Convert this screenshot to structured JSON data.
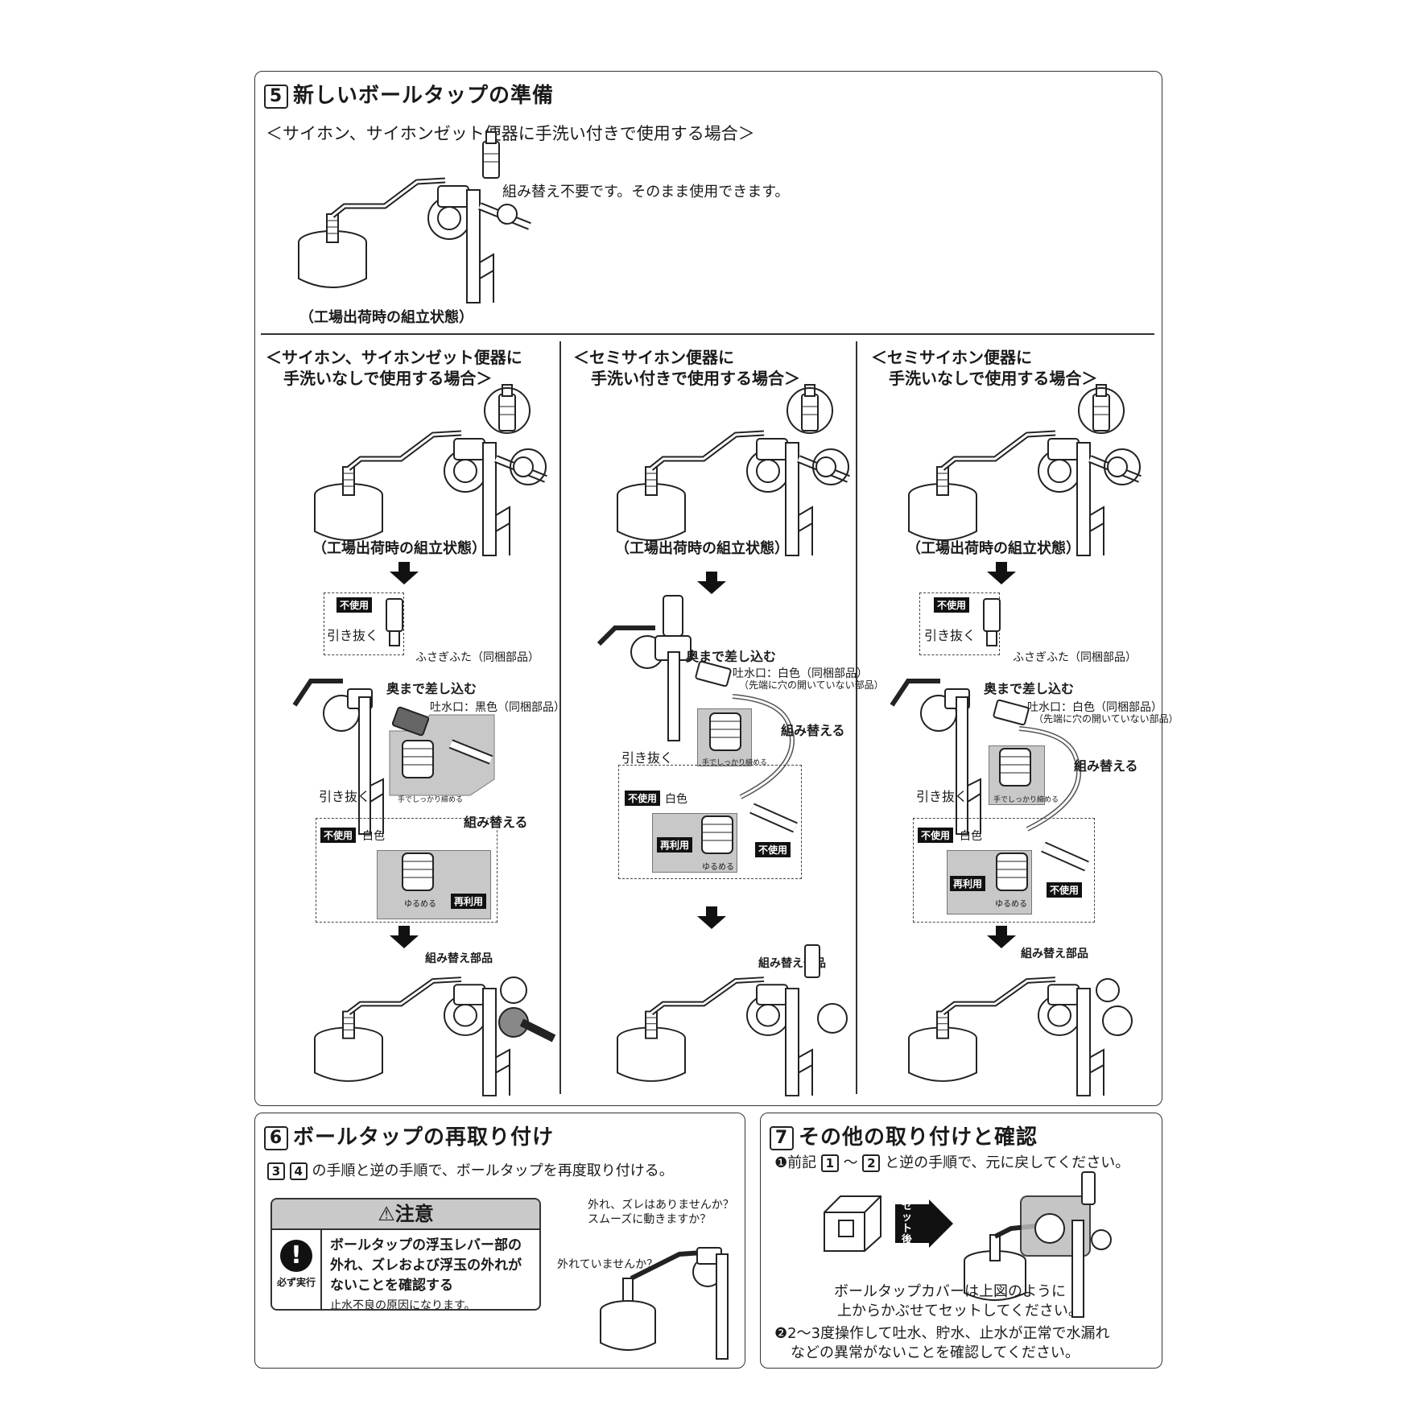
{
  "section5": {
    "num": "5",
    "title": "新しいボールタップの準備",
    "case1_title": "＜サイホン、サイホンゼット便器に手洗い付きで使用する場合＞",
    "case1_note": "組み替え不要です。そのまま使用できます。",
    "factory_caption": "（工場出荷時の組立状態）",
    "col1": {
      "title_l1": "＜サイホン、サイホンゼット便器に",
      "title_l2": "手洗いなしで使用する場合＞",
      "caption": "（工場出荷時の組立状態）",
      "tag_unused_top": "不使用",
      "pull_out_top": "引き抜く",
      "cap_part": "ふさぎふた（同梱部品）",
      "insert": "奥まで差し込む",
      "spout": "吐水口：黒色（同梱部品）",
      "tighten": "手でしっかり締める",
      "pull_out_mid": "引き抜く",
      "reassemble": "組み替える",
      "tag_unused_mid": "不使用",
      "white": "白色",
      "loosen": "ゆるめる",
      "tag_reuse": "再利用",
      "parts_label": "組み替え部品"
    },
    "col2": {
      "title_l1": "＜セミサイホン便器に",
      "title_l2": "手洗い付きで使用する場合＞",
      "caption": "（工場出荷時の組立状態）",
      "insert": "奥まで差し込む",
      "spout_l1": "吐水口：白色（同梱部品）",
      "spout_l2": "（先端に穴の開いていない部品）",
      "reassemble": "組み替える",
      "tighten": "手でしっかり締める",
      "pull_out": "引き抜く",
      "tag_unused": "不使用",
      "white": "白色",
      "tag_reuse": "再利用",
      "loosen": "ゆるめる",
      "tag_unused2": "不使用",
      "parts_label": "組み替え部品"
    },
    "col3": {
      "title_l1": "＜セミサイホン便器に",
      "title_l2": "手洗いなしで使用する場合＞",
      "caption": "（工場出荷時の組立状態）",
      "tag_unused_top": "不使用",
      "pull_out_top": "引き抜く",
      "cap_part": "ふさぎふた（同梱部品）",
      "insert": "奥まで差し込む",
      "spout_l1": "吐水口：白色（同梱部品）",
      "spout_l2": "（先端に穴の開いていない部品）",
      "reassemble": "組み替える",
      "tighten": "手でしっかり締める",
      "pull_out_mid": "引き抜く",
      "tag_unused_mid": "不使用",
      "white": "白色",
      "tag_reuse": "再利用",
      "loosen": "ゆるめる",
      "tag_unused2": "不使用",
      "parts_label": "組み替え部品"
    }
  },
  "section6": {
    "num": "6",
    "title": "ボールタップの再取り付け",
    "step_a": "3",
    "step_b": "4",
    "instruction": "の手順と逆の手順で、ボールタップを再度取り付ける。",
    "caution": {
      "title": "注意",
      "must_label": "必ず実行",
      "body_l1": "ボールタップの浮玉レバー部の",
      "body_l2": "外れ、ズレおよび浮玉の外れが",
      "body_l3": "ないことを確認する",
      "note": "止水不良の原因になります。"
    },
    "q1_l1": "外れ、ズレはありませんか？",
    "q1_l2": "スムーズに動きますか？",
    "q2": "外れていませんか？"
  },
  "section7": {
    "num": "7",
    "title": "その他の取り付けと確認",
    "item1_prefix": "❶前記",
    "step_a": "1",
    "tilde": "～",
    "step_b": "2",
    "item1_suffix": "と逆の手順で、元に戻してください。",
    "arrow_label": "セット後",
    "cover_note_l1": "ボールタップカバーは上図のように",
    "cover_note_l2": "上からかぶせてセットしてください。",
    "item2_l1": "❷2～3度操作して吐水、貯水、止水が正常で水漏れ",
    "item2_l2": "などの異常がないことを確認してください。"
  }
}
